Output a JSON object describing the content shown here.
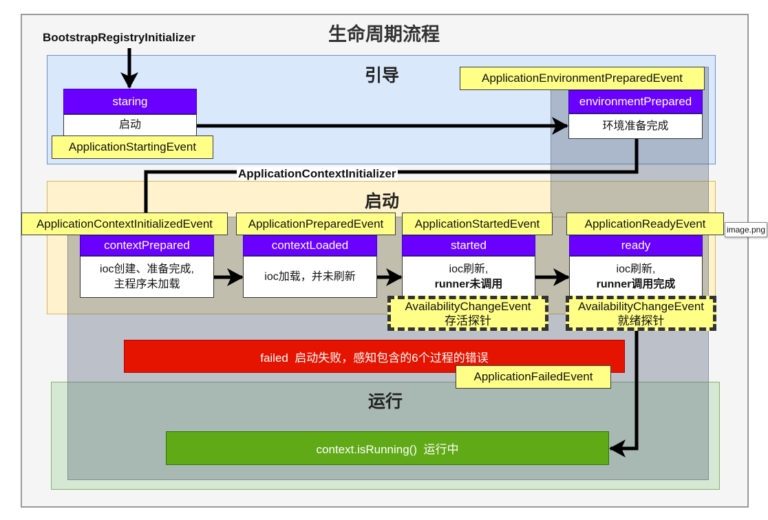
{
  "title": "生命周期流程",
  "bootstrap_label": "BootstrapRegistryInitializer",
  "context_initializer_label": "ApplicationContextInitializer",
  "sections": {
    "guide": {
      "label": "引导",
      "color": "#dae8fc"
    },
    "startup": {
      "label": "启动",
      "color": "#fff2cc"
    },
    "running": {
      "label": "运行",
      "color": "#d5e8d4"
    }
  },
  "nodes": {
    "starting": {
      "title": "staring",
      "desc": "启动",
      "event": "ApplicationStartingEvent"
    },
    "environmentPrepared": {
      "title": "environmentPrepared",
      "desc": "环境准备完成",
      "event": "ApplicationEnvironmentPreparedEvent"
    },
    "contextPrepared": {
      "title": "contextPrepared",
      "desc1": "ioc创建、准备完成,",
      "desc2": "主程序未加载",
      "event": "ApplicationContextInitializedEvent"
    },
    "contextLoaded": {
      "title": "contextLoaded",
      "desc": "ioc加载，并未刷新",
      "event": "ApplicationPreparedEvent"
    },
    "started": {
      "title": "started",
      "desc1": "ioc刷新,",
      "desc2": "runner未调用",
      "event": "ApplicationStartedEvent",
      "probe_event": "AvailabilityChangeEvent",
      "probe_desc": "存活探针"
    },
    "ready": {
      "title": "ready",
      "desc1": "ioc刷新,",
      "desc2": "runner调用完成",
      "event": "ApplicationReadyEvent",
      "probe_event": "AvailabilityChangeEvent",
      "probe_desc": "就绪探针"
    }
  },
  "failed": {
    "text": "failed  启动失败，感知包含的6个过程的错误",
    "event": "ApplicationFailedEvent",
    "color": "#e51400"
  },
  "running_node": {
    "text": "context.isRunning()  运行中",
    "color": "#60a917"
  },
  "tooltip": "image.png",
  "colors": {
    "header": "#6a00ff",
    "event": "#ffff88"
  }
}
